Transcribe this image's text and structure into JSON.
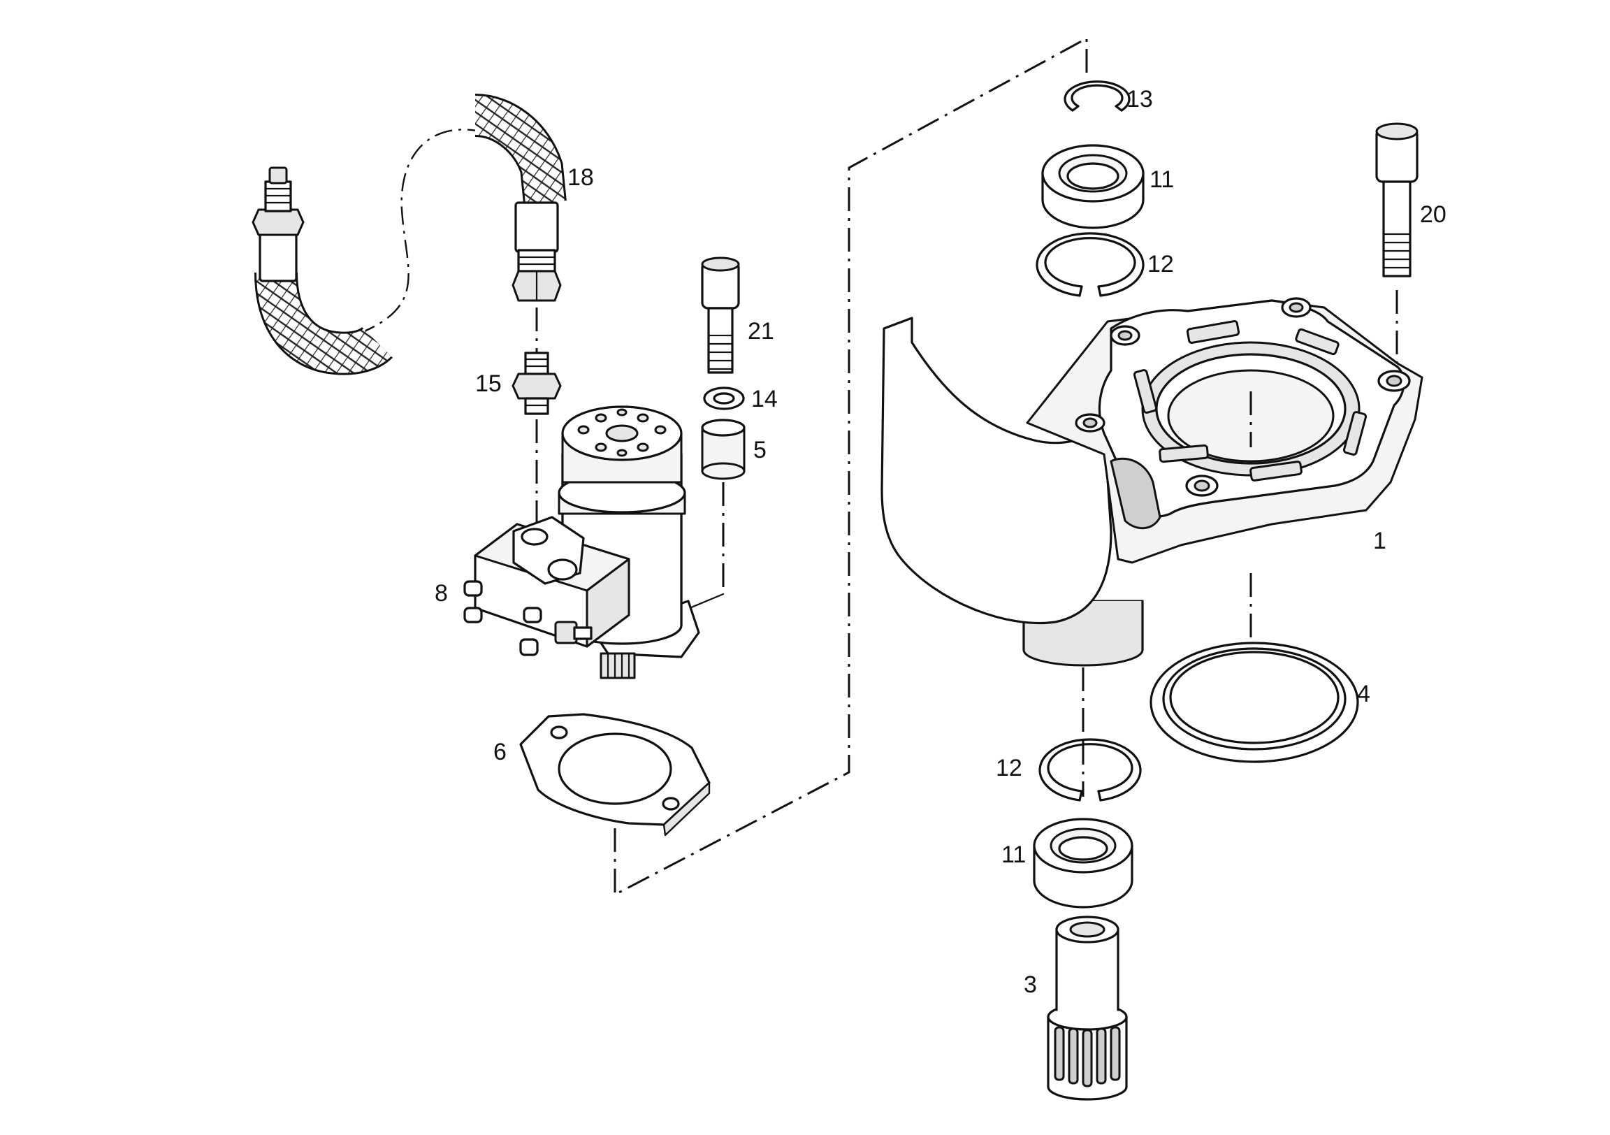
{
  "callouts": {
    "p1": "1",
    "p3": "3",
    "p4": "4",
    "p5": "5",
    "p6": "6",
    "p8": "8",
    "p11_top": "11",
    "p11_bottom": "11",
    "p12_top": "12",
    "p12_bottom": "12",
    "p13": "13",
    "p14": "14",
    "p15": "15",
    "p18": "18",
    "p20": "20",
    "p21": "21"
  }
}
